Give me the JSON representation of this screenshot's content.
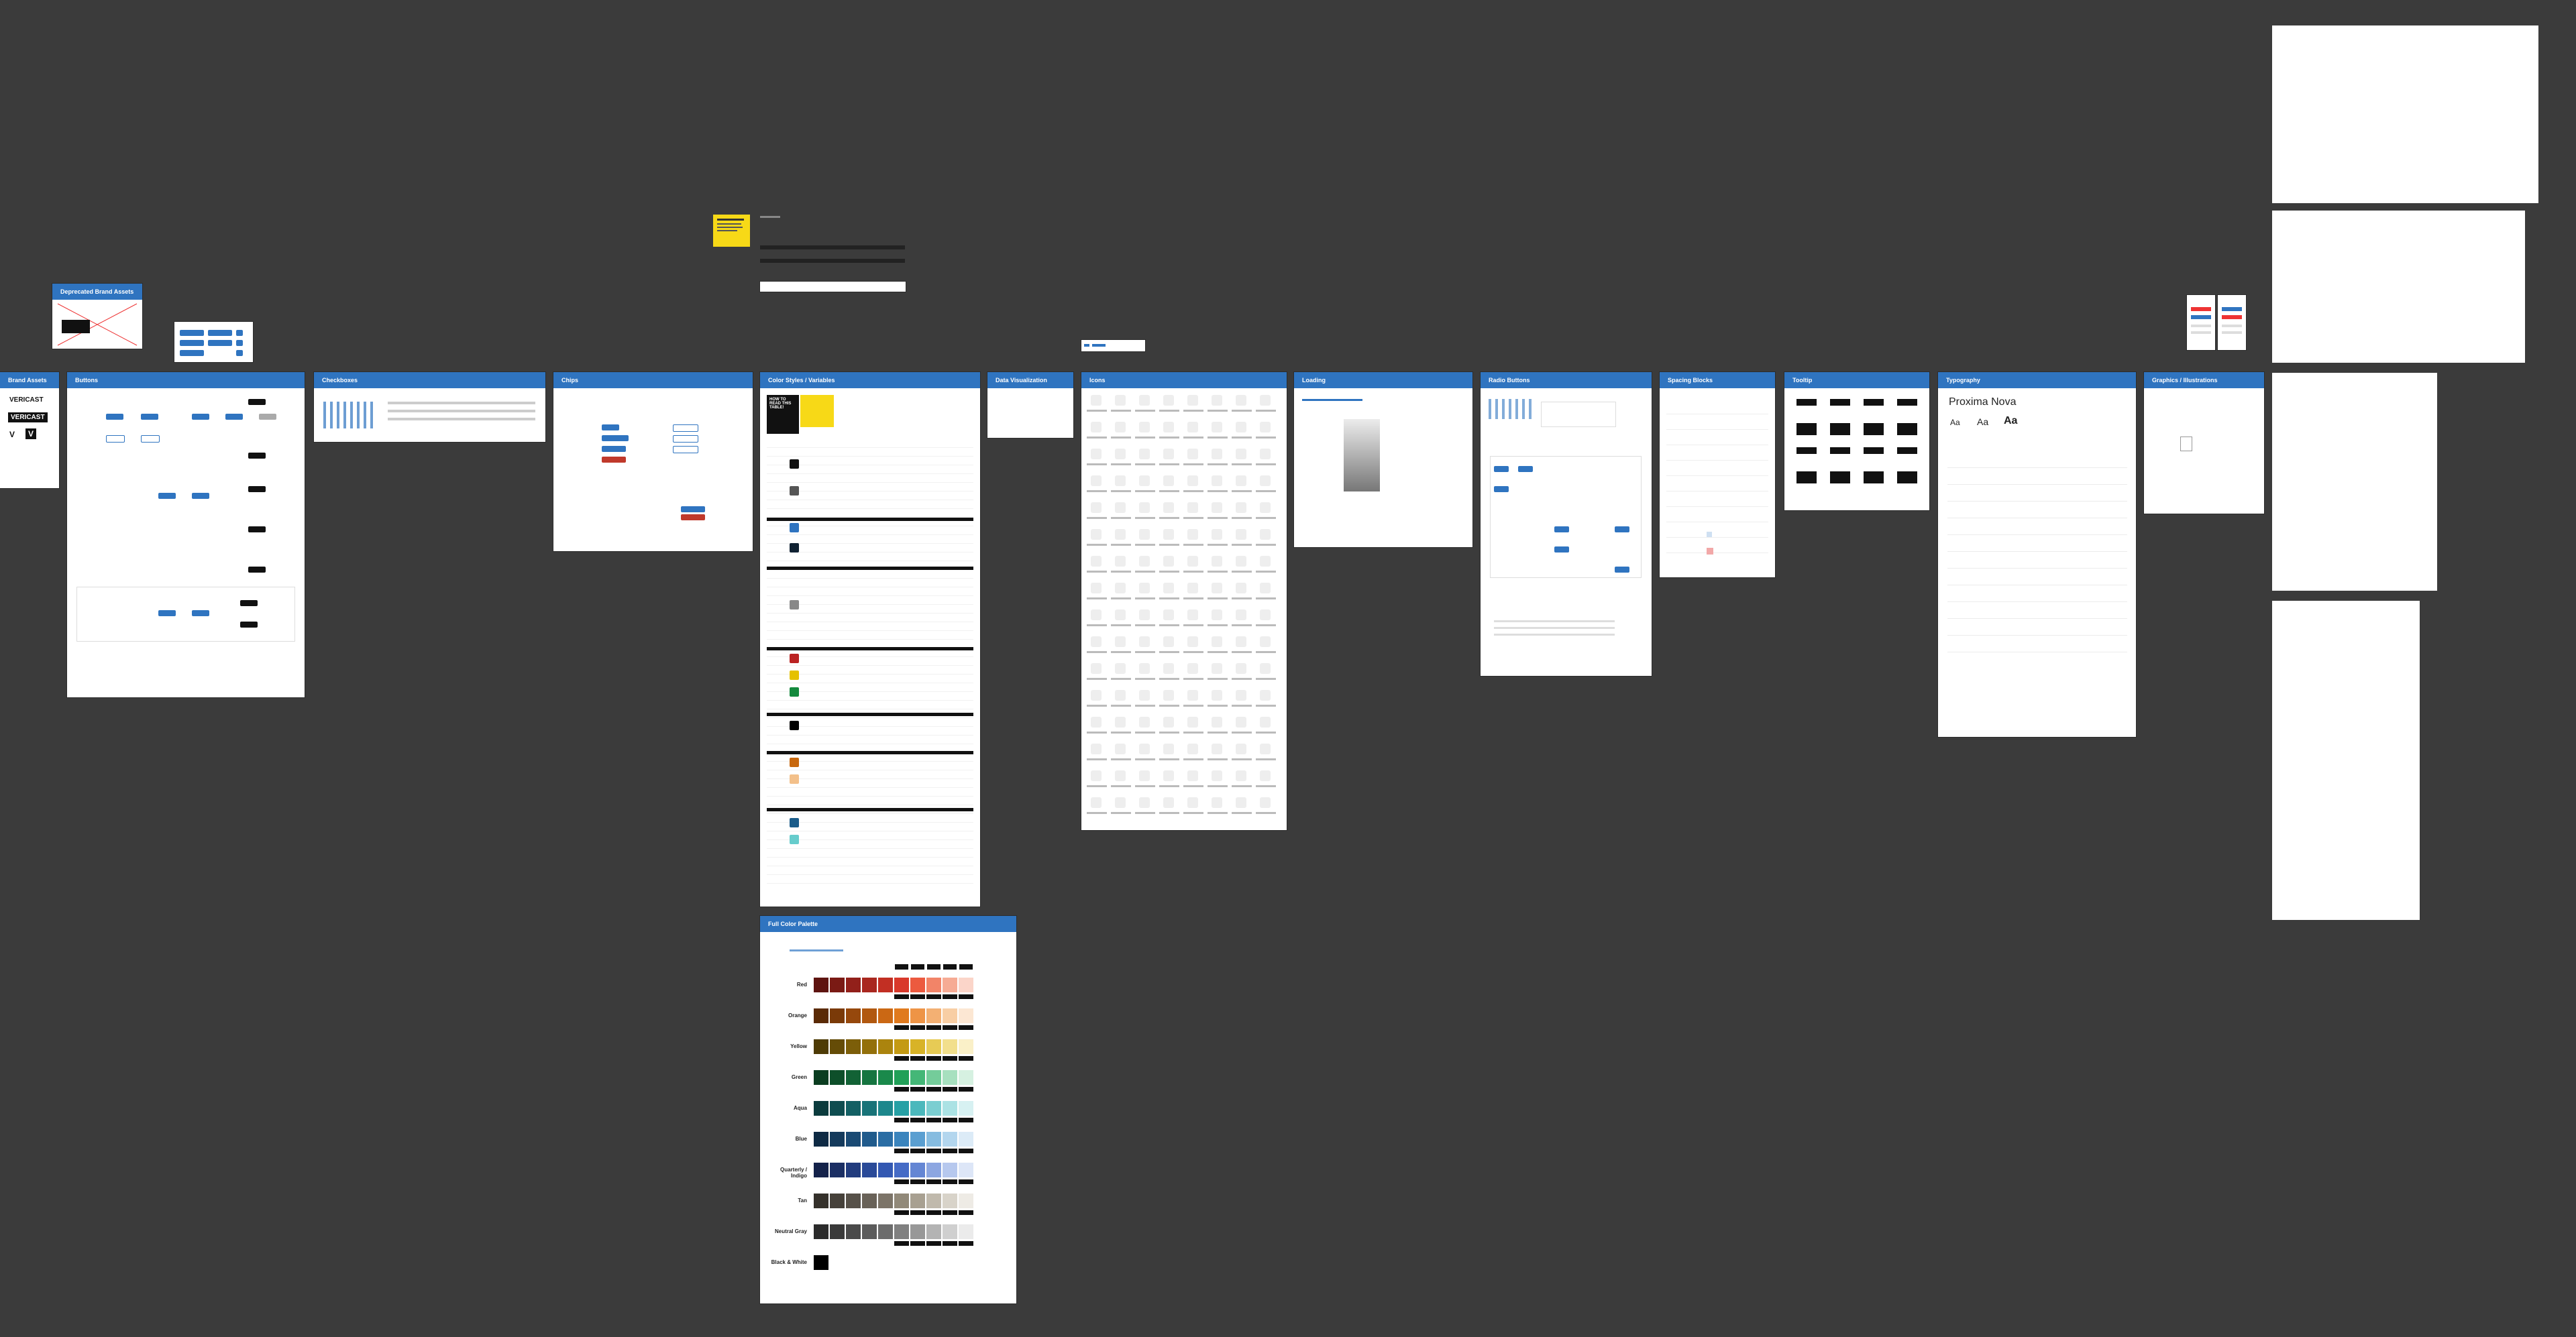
{
  "frames": {
    "brand_assets": {
      "title": "Brand Assets",
      "logo_text": "VERICAST",
      "logo_mark": "V"
    },
    "deprecated": {
      "title": "Deprecated Brand Assets"
    },
    "buttons": {
      "title": "Buttons"
    },
    "checkboxes": {
      "title": "Checkboxes"
    },
    "chips": {
      "title": "Chips"
    },
    "color_styles": {
      "title": "Color Styles / Variables",
      "how_to": "HOW TO READ THIS TABLE!"
    },
    "data_viz": {
      "title": "Data Visualization"
    },
    "icons": {
      "title": "Icons"
    },
    "loading": {
      "title": "Loading"
    },
    "radio_buttons": {
      "title": "Radio Buttons"
    },
    "spacing_blocks": {
      "title": "Spacing Blocks"
    },
    "tooltip": {
      "title": "Tooltip"
    },
    "typography": {
      "title": "Typography",
      "font_name": "Proxima Nova",
      "sample": "Aa"
    },
    "graphics": {
      "title": "Graphics / Illustrations"
    },
    "full_color_palette": {
      "title": "Full Color Palette"
    }
  },
  "palette_rows": [
    {
      "name": "Red",
      "colors": [
        "#5e1410",
        "#7a1a14",
        "#92201a",
        "#a9271f",
        "#c22f23",
        "#d9392b",
        "#ec5a3f",
        "#f28468",
        "#f6ab94",
        "#fbd5c9"
      ]
    },
    {
      "name": "Orange",
      "colors": [
        "#5a2a05",
        "#7a3a08",
        "#96480c",
        "#b1580f",
        "#cb6814",
        "#e07a1e",
        "#ee9446",
        "#f3b073",
        "#f8cea4",
        "#fce7d3"
      ]
    },
    {
      "name": "Yellow",
      "colors": [
        "#4e3b05",
        "#654c07",
        "#7c5e09",
        "#93700b",
        "#ab840e",
        "#c49a14",
        "#d8b327",
        "#e7cb55",
        "#f2df8c",
        "#faf0c8"
      ]
    },
    {
      "name": "Green",
      "colors": [
        "#0a3d20",
        "#0e4f2a",
        "#126235",
        "#167540",
        "#1a894b",
        "#21a058",
        "#44b777",
        "#74cc9a",
        "#a7e0bf",
        "#d6f1e1"
      ]
    },
    {
      "name": "Aqua",
      "colors": [
        "#0b3b3d",
        "#0f4d50",
        "#136064",
        "#187378",
        "#1d878c",
        "#26a0a5",
        "#4bb8bc",
        "#7bced1",
        "#abe2e4",
        "#d7f1f2"
      ]
    },
    {
      "name": "Blue",
      "colors": [
        "#0e2a44",
        "#143a5c",
        "#1a4a74",
        "#205b8c",
        "#2a6da4",
        "#3a84bd",
        "#5a9fd1",
        "#86bce0",
        "#b3d6ee",
        "#dcebf7"
      ]
    },
    {
      "name": "Quarterly / Indigo",
      "colors": [
        "#14224a",
        "#1b2f64",
        "#223c7e",
        "#2a4a98",
        "#3358b2",
        "#456bc6",
        "#6486d4",
        "#8ca6e1",
        "#b6c8ee",
        "#dde6f7"
      ]
    },
    {
      "name": "Tan",
      "colors": [
        "#35312b",
        "#46413a",
        "#575149",
        "#696258",
        "#7c7468",
        "#918979",
        "#a8a091",
        "#c0b9ac",
        "#d8d3c9",
        "#eeebe5"
      ]
    },
    {
      "name": "Neutral Gray",
      "colors": [
        "#2b2b2b",
        "#3a3a3a",
        "#4a4a4a",
        "#5b5b5b",
        "#6c6c6c",
        "#808080",
        "#989898",
        "#b3b3b3",
        "#cfcfcf",
        "#ebebeb"
      ]
    },
    {
      "name": "Black & White",
      "colors": [
        "#000000"
      ]
    }
  ],
  "colors": {
    "accent": "#2f74c0",
    "canvas": "#3b3b3b",
    "sticky": "#f7d917"
  }
}
